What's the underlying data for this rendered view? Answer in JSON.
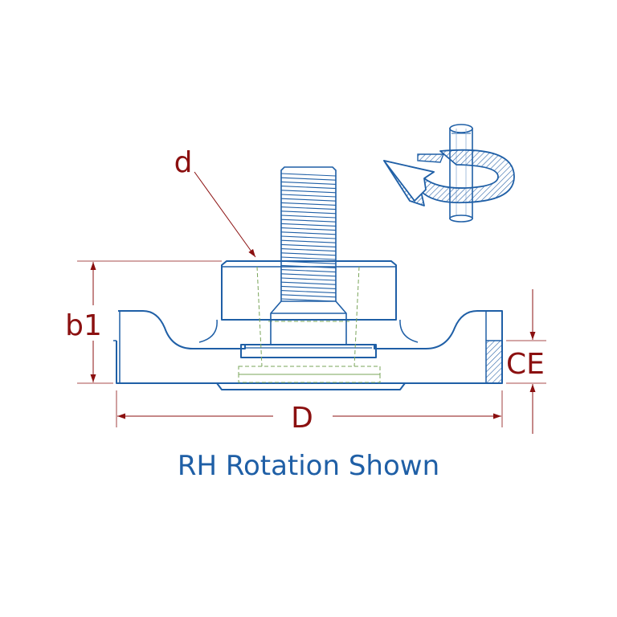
{
  "labels": {
    "d": "d",
    "b1": "b1",
    "CE": "CE",
    "D": "D"
  },
  "caption": "RH Rotation Shown",
  "colors": {
    "outline": "#1f5fa6",
    "dimension": "#8b1010",
    "hidden_line": "#7aa55a",
    "hatch": "#2a64a8"
  },
  "icons": {
    "rotation": "rh-rotation-arrow-icon"
  }
}
